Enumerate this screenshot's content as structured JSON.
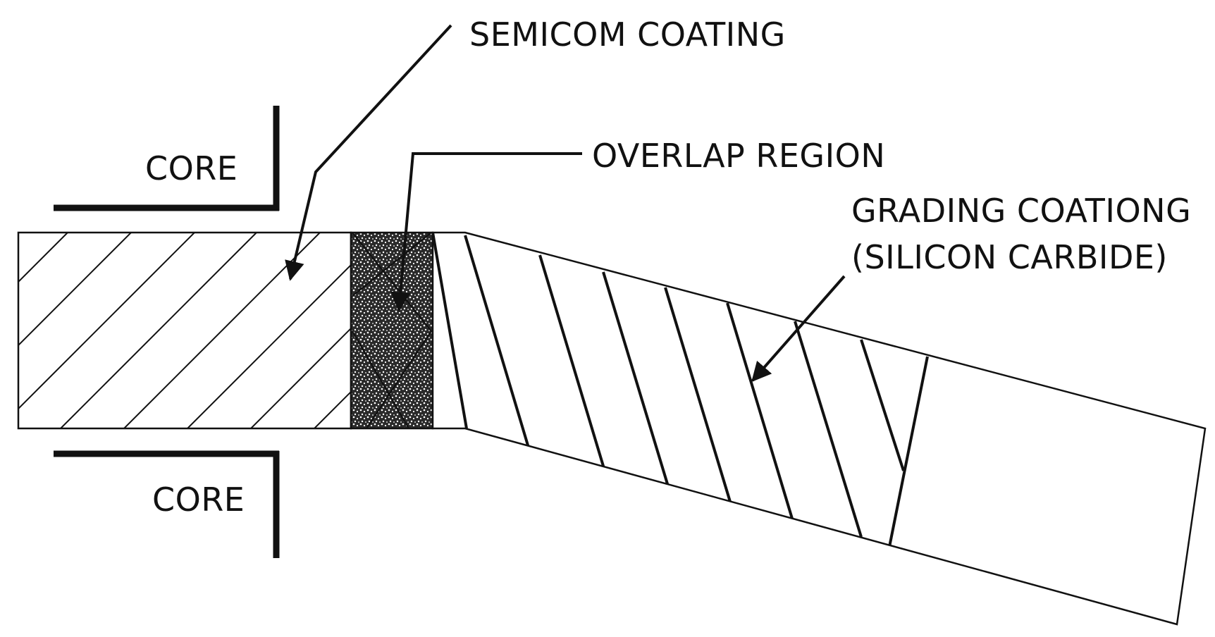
{
  "labels": {
    "semicon_coating": "SEMICOM COATING",
    "core_top": "CORE",
    "overlap_region": "OVERLAP REGION",
    "grading_line1": "GRADING COATIONG",
    "grading_line2": "(SILICON CARBIDE)",
    "core_bottom": "CORE"
  },
  "colors": {
    "ink": "#111111",
    "background": "#ffffff",
    "stipple_fill": "#2a2a2a"
  },
  "icons": {
    "arrow": "arrow-icon"
  }
}
